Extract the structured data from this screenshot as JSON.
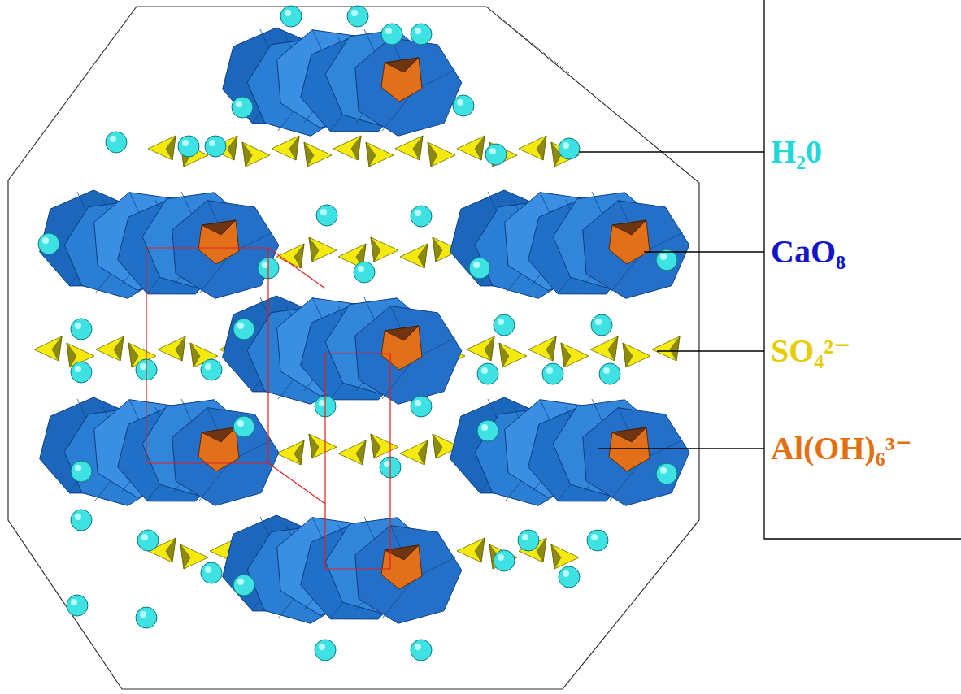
{
  "diagram": {
    "legend": [
      {
        "text": "H₂0"
      },
      {
        "text": "CaO₈"
      },
      {
        "text": "SO₄²⁻"
      },
      {
        "text": "Al(OH)₆³⁻"
      }
    ]
  }
}
